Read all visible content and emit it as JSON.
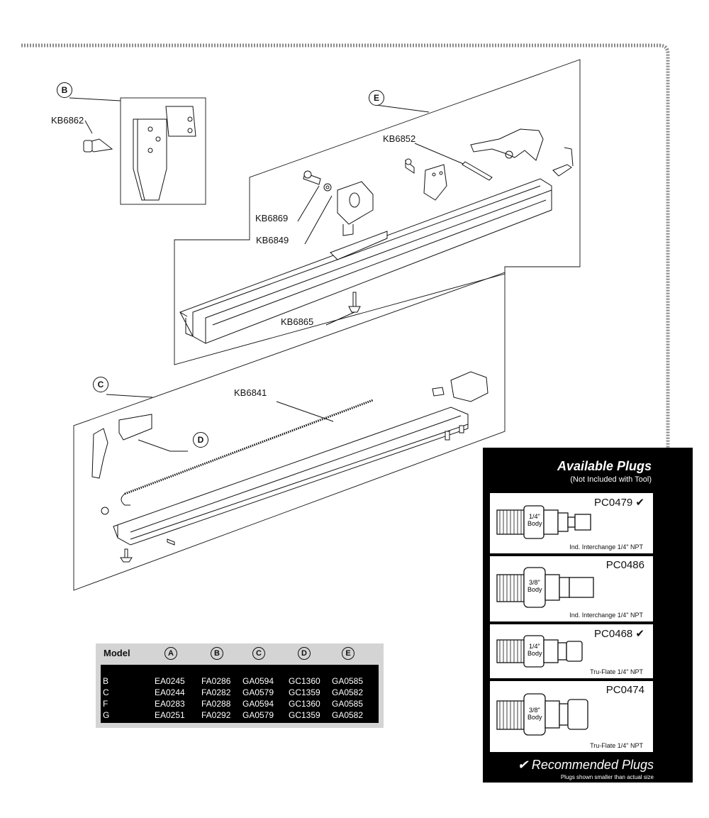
{
  "callouts": {
    "B": "B",
    "C": "C",
    "D": "D",
    "E": "E"
  },
  "part_labels": {
    "kb6862": "KB6862",
    "kb6852": "KB6852",
    "kb6869": "KB6869",
    "kb6849": "KB6849",
    "kb6865": "KB6865",
    "kb6841": "KB6841"
  },
  "model_table": {
    "header": {
      "model": "Model",
      "cols": [
        "A",
        "B",
        "C",
        "D",
        "E"
      ]
    },
    "rows": [
      {
        "model": "B",
        "a": "EA0245",
        "b": "FA0286",
        "c": "GA0594",
        "d": "GC1360",
        "e": "GA0585"
      },
      {
        "model": "C",
        "a": "EA0244",
        "b": "FA0282",
        "c": "GA0579",
        "d": "GC1359",
        "e": "GA0582"
      },
      {
        "model": "F",
        "a": "EA0283",
        "b": "FA0288",
        "c": "GA0594",
        "d": "GC1360",
        "e": "GA0585"
      },
      {
        "model": "G",
        "a": "EA0251",
        "b": "FA0292",
        "c": "GA0579",
        "d": "GC1359",
        "e": "GA0582"
      }
    ]
  },
  "plugs": {
    "title": "Available Plugs",
    "subtitle": "(Not Included with Tool)",
    "items": [
      {
        "code": "PC0479 ✔",
        "body_top": "1/4\"",
        "body_bottom": "Body",
        "desc": "Ind. Interchange 1/4\" NPT"
      },
      {
        "code": "PC0486",
        "body_top": "3/8\"",
        "body_bottom": "Body",
        "desc": "Ind. Interchange 1/4\" NPT"
      },
      {
        "code": "PC0468 ✔",
        "body_top": "1/4\"",
        "body_bottom": "Body",
        "desc": "Tru-Flate 1/4\" NPT"
      },
      {
        "code": "PC0474",
        "body_top": "3/8\"",
        "body_bottom": "Body",
        "desc": "Tru-Flate 1/4\" NPT"
      }
    ],
    "recommended": "✔ Recommended Plugs",
    "note": "Plugs shown smaller than actual size"
  }
}
